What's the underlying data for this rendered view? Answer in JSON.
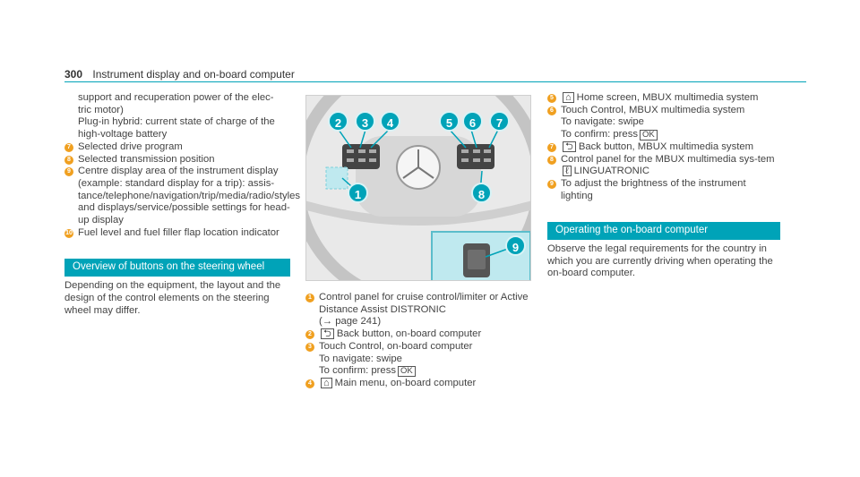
{
  "header": {
    "page_number": "300",
    "title": "Instrument display and on-board computer"
  },
  "col1": {
    "intro_lines": [
      "support and recuperation power of the elec-",
      "tric motor)",
      "Plug-in hybrid: current state of charge of the",
      "high-voltage battery"
    ],
    "items": [
      {
        "num": "7",
        "text": "Selected drive program"
      },
      {
        "num": "8",
        "text": "Selected transmission position"
      },
      {
        "num": "9",
        "text": "Centre display area of the instrument display (example: standard display for a trip): assis­tance/telephone/navigation/trip/media/radio/styles and displays/service/possible settings for head-up display"
      },
      {
        "num": "10",
        "text": "Fuel level and fuel filler flap location indicator"
      }
    ],
    "section_title": "Overview of buttons on the steering wheel",
    "section_body": "Depending on the equipment, the layout and the design of the control elements on the steering wheel may differ."
  },
  "figure": {
    "callouts": [
      "1",
      "2",
      "3",
      "4",
      "5",
      "6",
      "7",
      "8",
      "9"
    ]
  },
  "col2": {
    "item1_text": "Control panel for cruise control/limiter or Active Distance Assist DISTRONIC",
    "item1_ref": "(→ page 241)",
    "item2_text": "Back button, on-board computer",
    "item3_text": "Touch Control, on-board computer",
    "item3_sub1": "To navigate: swipe",
    "item3_sub2_prefix": "To confirm: press",
    "ok": "OK",
    "item4_text": "Main menu, on-board computer"
  },
  "col3": {
    "item5_text": "Home screen, MBUX multimedia system",
    "item6_text": "Touch Control, MBUX multimedia system",
    "item6_sub1": "To navigate: swipe",
    "item6_sub2_prefix": "To confirm: press",
    "ok": "OK",
    "item7_text": "Back button, MBUX multimedia system",
    "item8_text": "Control panel for the MBUX multimedia sys-tem",
    "item8_sub": "LINGUATRONIC",
    "item9_text": "To adjust the brightness of the instrument lighting",
    "section_title": "Operating the on-board computer",
    "section_body": "Observe the legal requirements for the country in which you are currently driving when operating the on-board computer."
  }
}
